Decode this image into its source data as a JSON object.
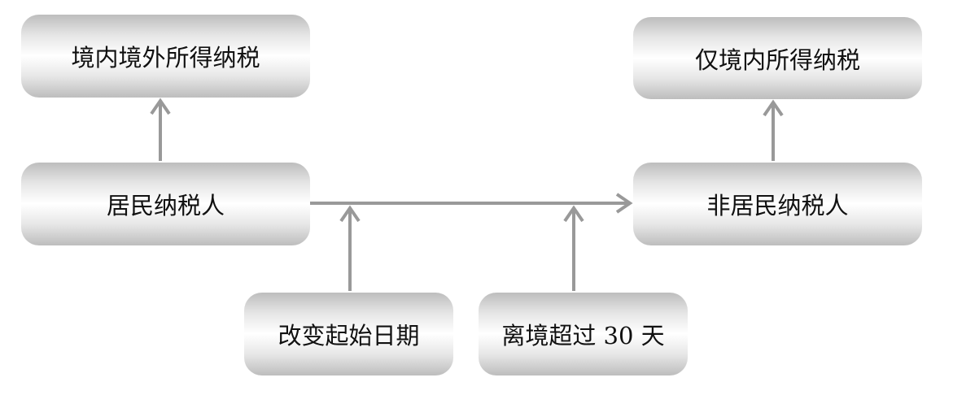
{
  "nodes": {
    "domestic_foreign_income": "境内境外所得纳税",
    "domestic_only_income": "仅境内所得纳税",
    "resident_taxpayer": "居民纳税人",
    "nonresident_taxpayer": "非居民纳税人",
    "change_start_date": "改变起始日期",
    "leave_over_30_days": "离境超过 30 天"
  },
  "colors": {
    "arrow": "#999999"
  }
}
